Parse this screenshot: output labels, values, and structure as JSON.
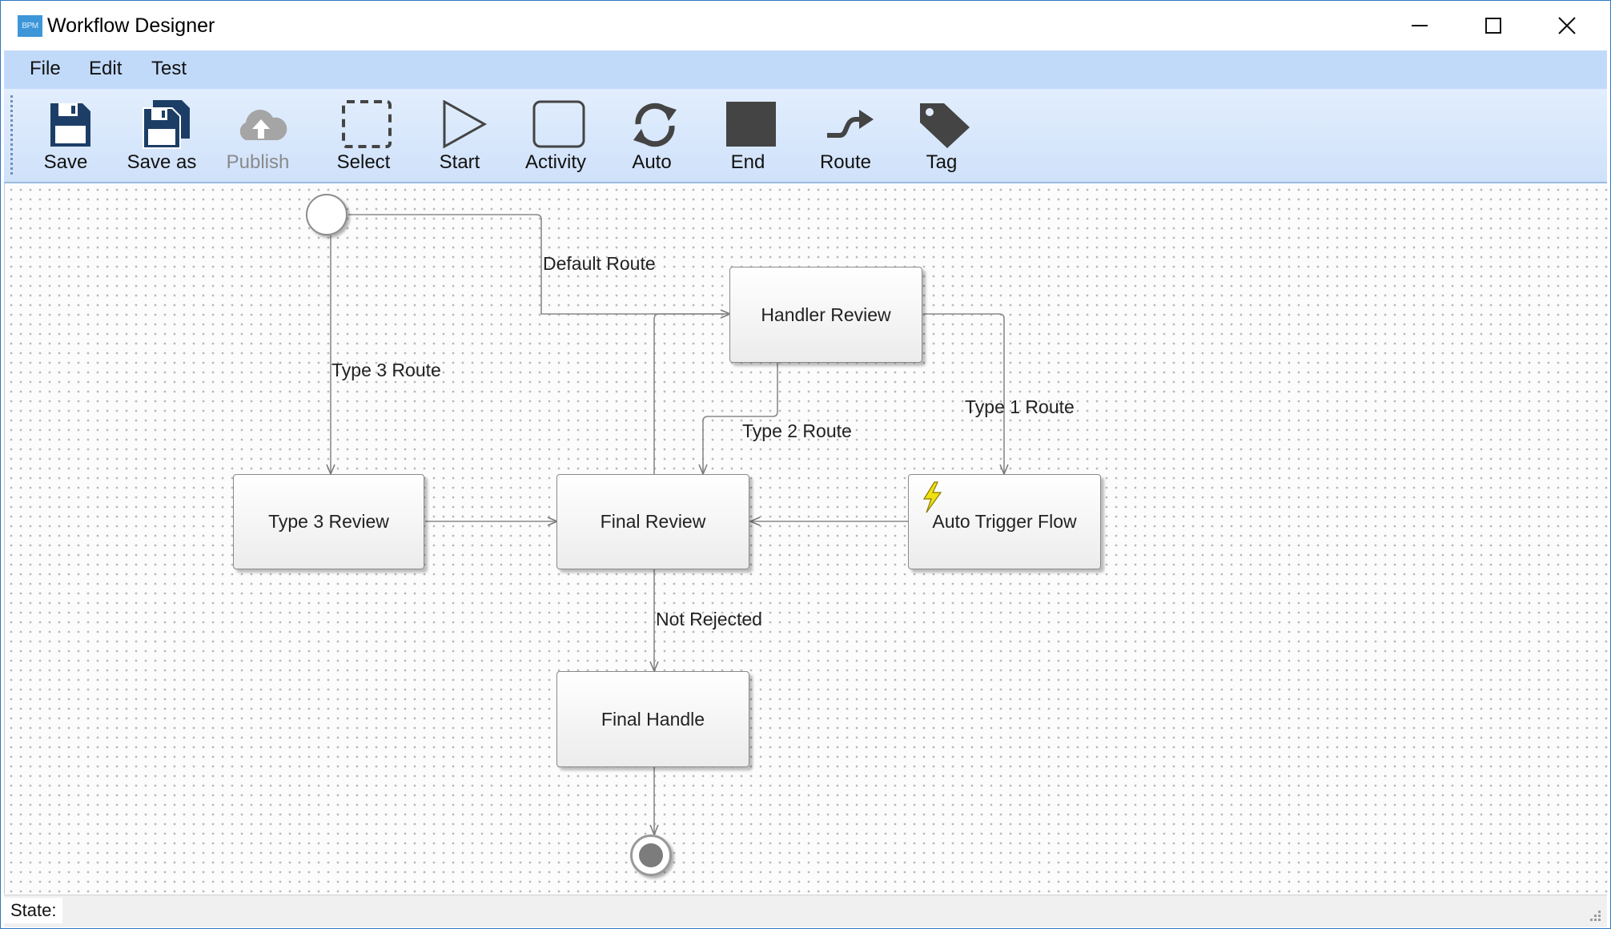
{
  "window": {
    "title": "Workflow Designer",
    "app_icon_text": "BPM"
  },
  "menu": {
    "items": [
      "File",
      "Edit",
      "Test"
    ]
  },
  "toolbar": {
    "save": "Save",
    "save_as": "Save as",
    "publish": "Publish",
    "select": "Select",
    "start": "Start",
    "activity": "Activity",
    "auto": "Auto",
    "end": "End",
    "route": "Route",
    "tag": "Tag"
  },
  "diagram": {
    "nodes": {
      "handler_review": "Handler Review",
      "type3_review": "Type 3 Review",
      "final_review": "Final Review",
      "auto_trigger_flow": "Auto Trigger Flow",
      "final_handle": "Final Handle"
    },
    "routes": {
      "default_route": "Default Route",
      "type3_route": "Type 3 Route",
      "type2_route": "Type 2 Route",
      "type1_route": "Type 1 Route",
      "not_rejected": "Not Rejected"
    }
  },
  "status": {
    "label": "State:",
    "value": ""
  },
  "colors": {
    "menubar": "#c2dafa",
    "toolbar_icon": "#1c3e66",
    "window_border": "#2b79c4",
    "bolt": "#f0e010"
  }
}
